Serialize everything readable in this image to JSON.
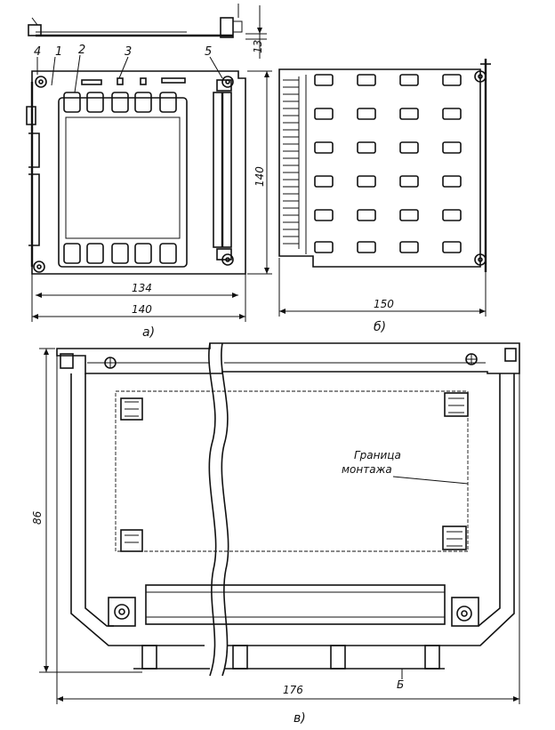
{
  "captions": {
    "a": "а)",
    "b": "б)",
    "v": "в)"
  },
  "callouts": {
    "n1": "1",
    "n2": "2",
    "n3": "3",
    "n4": "4",
    "n5": "5",
    "b_letter": "Б"
  },
  "dimensions": {
    "a_width_inner": "134",
    "a_width_outer": "140",
    "a_height": "140",
    "side_thickness": "13",
    "b_width": "150",
    "v_height": "86",
    "v_width": "176"
  },
  "annotation": {
    "line1": "Граница",
    "line2": "монтажа"
  }
}
